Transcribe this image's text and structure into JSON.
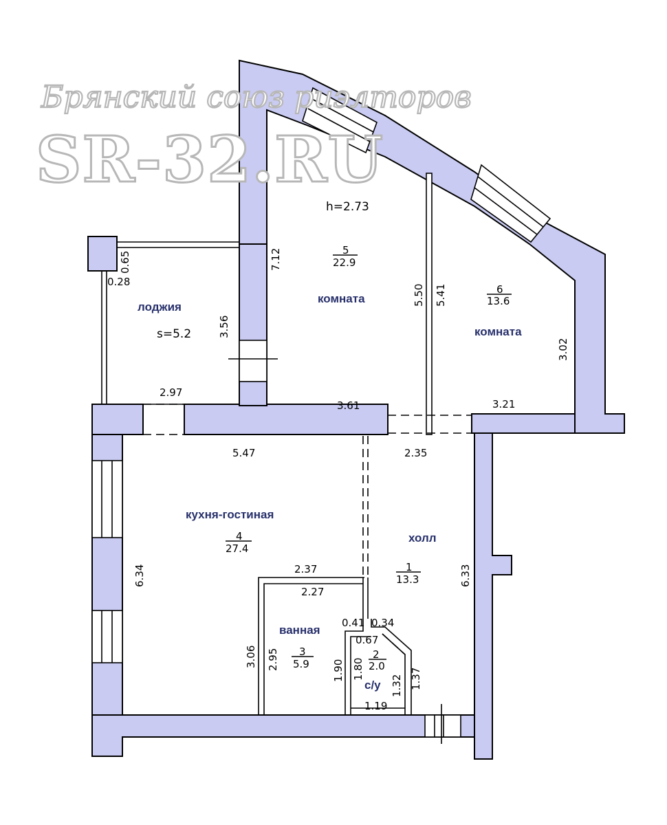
{
  "watermark": {
    "line1": "Брянский союз риэлторов",
    "line2": "SR-32.RU"
  },
  "rooms": {
    "loggia": {
      "name": "лоджия",
      "area_label": "s=5.2"
    },
    "room5": {
      "name": "комната",
      "num": "5",
      "area": "22.9",
      "height": "h=2.73"
    },
    "room6": {
      "name": "комната",
      "num": "6",
      "area": "13.6"
    },
    "kitchen": {
      "name": "кухня-гостиная",
      "num": "4",
      "area": "27.4"
    },
    "hall": {
      "name": "холл",
      "num": "1",
      "area": "13.3"
    },
    "bath": {
      "name": "ванная",
      "num": "3",
      "area": "5.9"
    },
    "wc": {
      "name": "с/у",
      "num": "2",
      "area": "2.0"
    }
  },
  "dimensions": {
    "d065": "0.65",
    "d028": "0.28",
    "d356": "3.56",
    "d297": "2.97",
    "d712": "7.12",
    "d361": "3.61",
    "d550": "5.50",
    "d541": "5.41",
    "d302": "3.02",
    "d321": "3.21",
    "d547": "5.47",
    "d235": "2.35",
    "d634": "6.34",
    "d633": "6.33",
    "d237": "2.37",
    "d227": "2.27",
    "d306": "3.06",
    "d295": "2.95",
    "d041": "0.41",
    "d034": "0.34",
    "d067": "0.67",
    "d190": "1.90",
    "d180": "1.80",
    "d132": "1.32",
    "d137": "1.37",
    "d119": "1.19"
  }
}
